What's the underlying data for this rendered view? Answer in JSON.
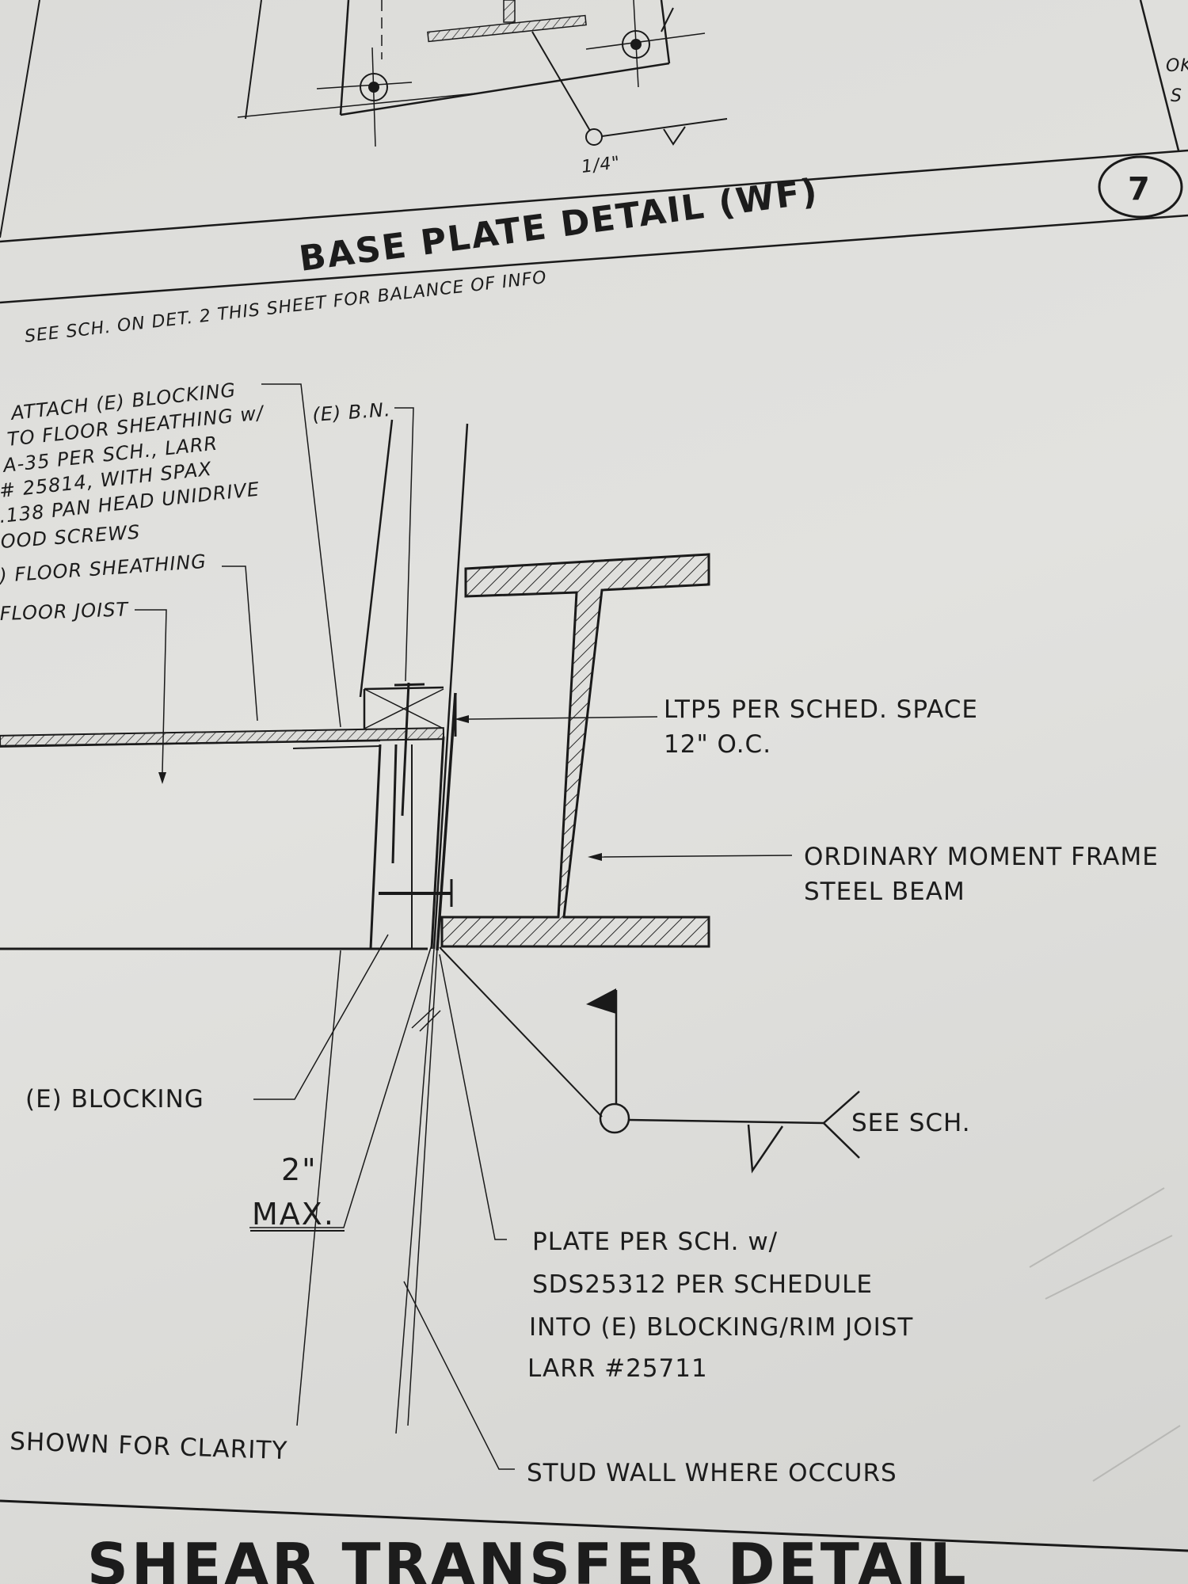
{
  "detail_above": {
    "weld_size": "1/4\"",
    "title": "BASE PLATE DETAIL (WF)",
    "number": "7",
    "edge_text": [
      "OK",
      "S"
    ]
  },
  "detail": {
    "note": "SEE SCH. ON DET. 2 THIS SHEET FOR BALANCE OF INFO",
    "callouts": {
      "attach_blocking": [
        "ATTACH (E) BLOCKING",
        "TO FLOOR SHEATHING w/",
        "A-35 PER SCH., LARR",
        "# 25814, WITH SPAX",
        ".138 PAN HEAD UNIDRIVE",
        "OOD SCREWS"
      ],
      "boundary_nailing": "(E) B.N.",
      "floor_sheathing": ") FLOOR SHEATHING",
      "floor_joist": "FLOOR JOIST",
      "ltp5": [
        "LTP5 PER SCHED. SPACE",
        "12\" O.C."
      ],
      "moment_frame": [
        "ORDINARY MOMENT FRAME",
        "STEEL BEAM"
      ],
      "blocking": "(E) BLOCKING",
      "dimension": [
        "2\"",
        "MAX."
      ],
      "weld_ref": "SEE SCH.",
      "plate": [
        "PLATE PER SCH. w/",
        "SDS25312 PER SCHEDULE",
        "INTO (E) BLOCKING/RIM JOIST",
        "LARR #25711"
      ],
      "shown_for_clarity": "SHOWN FOR CLARITY",
      "stud_wall": "STUD WALL WHERE OCCURS"
    }
  },
  "detail_below": {
    "title_fragment": "SHEAR TRANSFER DETAIL"
  }
}
